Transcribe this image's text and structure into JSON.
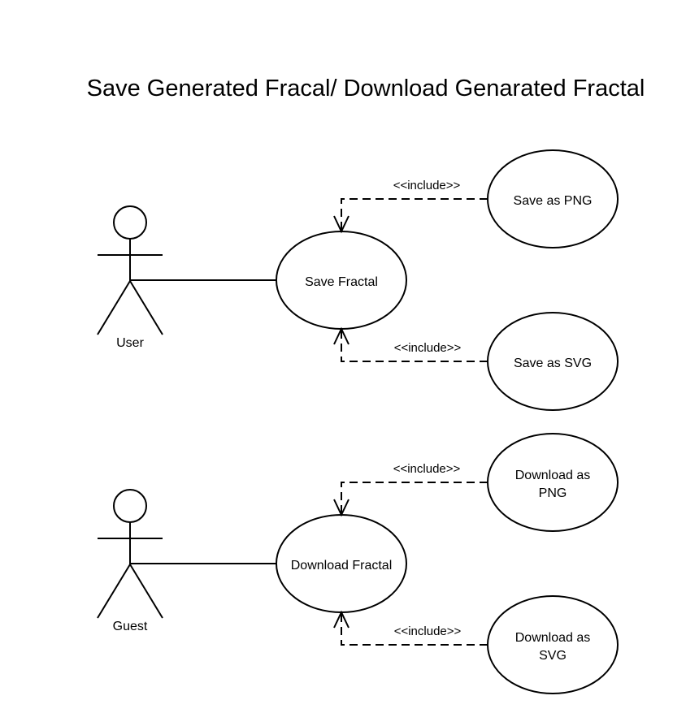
{
  "title": "Save Generated Fracal/ Download Genarated Fractal",
  "actors": {
    "user": "User",
    "guest": "Guest"
  },
  "use_cases": {
    "save_fractal": "Save Fractal",
    "save_png": "Save as PNG",
    "save_svg": "Save as SVG",
    "download_fractal": "Download Fractal",
    "download_png_line1": "Download as",
    "download_png_line2": "PNG",
    "download_svg_line1": "Download as",
    "download_svg_line2": "SVG"
  },
  "relations": {
    "include": "<<include>>"
  }
}
